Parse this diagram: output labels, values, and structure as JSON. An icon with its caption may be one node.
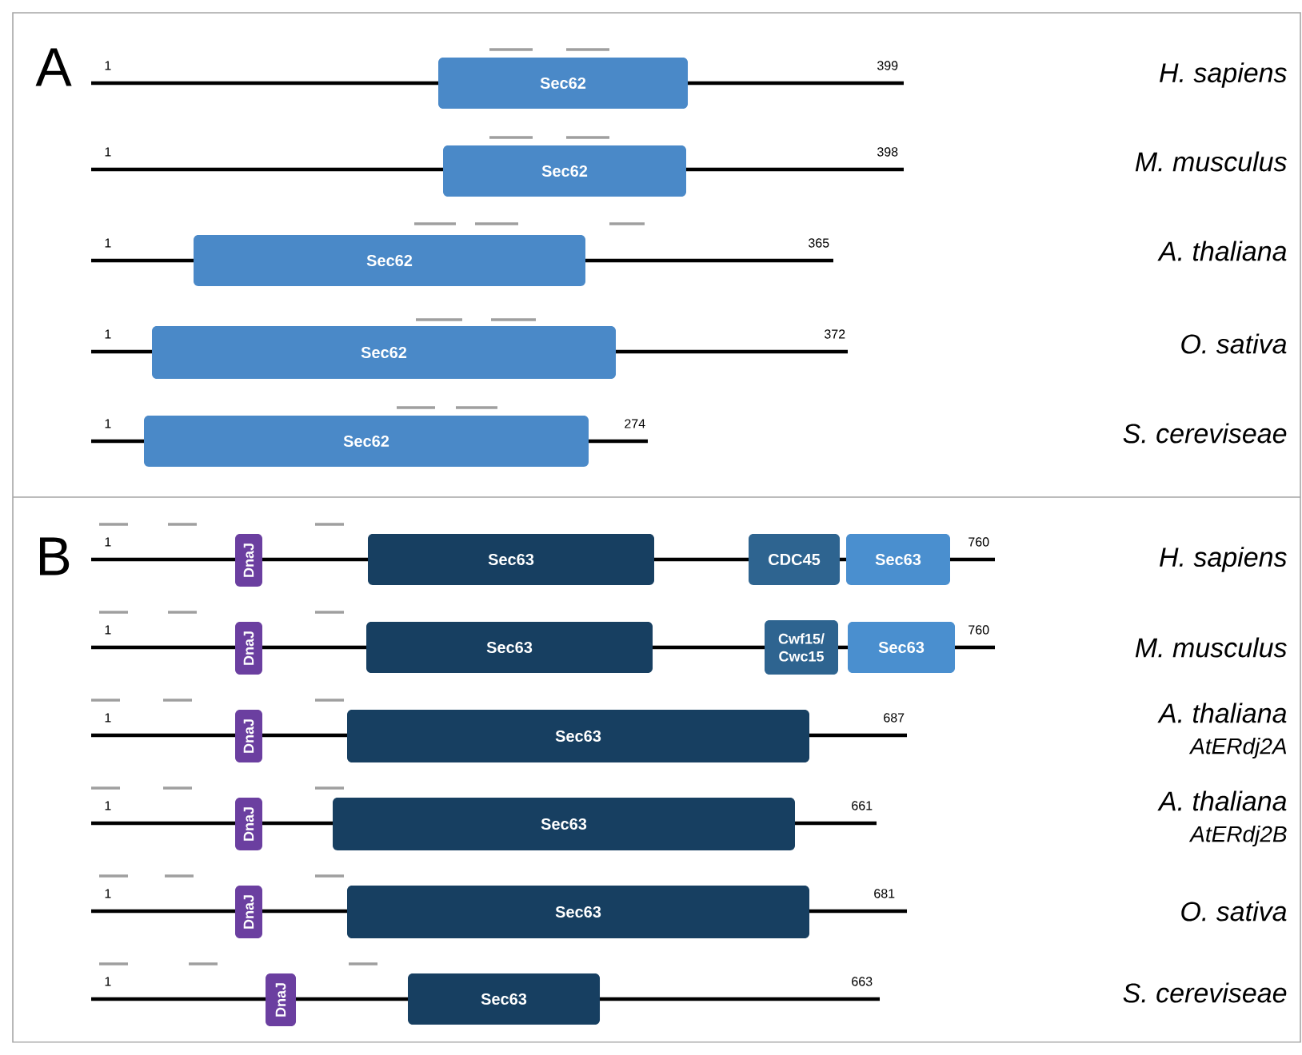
{
  "diagram": {
    "nodes": [
      {
        "text": [
          "Sec62"
        ]
      },
      {
        "text": [
          "Sec62"
        ]
      },
      {
        "text": [
          "Sec62"
        ]
      },
      {
        "text": [
          "Sec62"
        ]
      },
      {
        "text": [
          "Sec62"
        ]
      },
      {
        "text": [
          "DnaJ"
        ]
      },
      {
        "text": [
          "Sec63"
        ]
      },
      {
        "text": [
          "CDC45"
        ]
      },
      {
        "text": [
          "Sec63"
        ]
      },
      {
        "text": [
          "DnaJ"
        ]
      },
      {
        "text": [
          "Sec63"
        ]
      },
      {
        "text": [
          "Cwf15/ Cwc15"
        ]
      },
      {
        "text": [
          "Sec63"
        ]
      },
      {
        "text": [
          "DnaJ"
        ]
      },
      {
        "text": [
          "Sec63"
        ]
      },
      {
        "text": [
          "DnaJ"
        ]
      },
      {
        "text": [
          "Sec63"
        ]
      },
      {
        "text": [
          "DnaJ"
        ]
      },
      {
        "text": [
          "Sec63"
        ]
      },
      {
        "text": [
          "DnaJ"
        ]
      },
      {
        "text": [
          "Sec63"
        ]
      }
    ],
    "labels": [
      "A",
      "1",
      "399",
      "H. sapiens",
      "1",
      "398",
      "M. musculus",
      "1",
      "365",
      "A. thaliana",
      "1",
      "372",
      "O. sativa",
      "1",
      "274",
      "S. cereviseae",
      "B",
      "1",
      "760",
      "H. sapiens",
      "1",
      "760",
      "M. musculus",
      "1",
      "687",
      "A. thaliana",
      "AtERdj2A",
      "1",
      "661",
      "A. thaliana",
      "AtERdj2B",
      "1",
      "681",
      "O. sativa",
      "1",
      "663",
      "S. cereviseae"
    ]
  }
}
